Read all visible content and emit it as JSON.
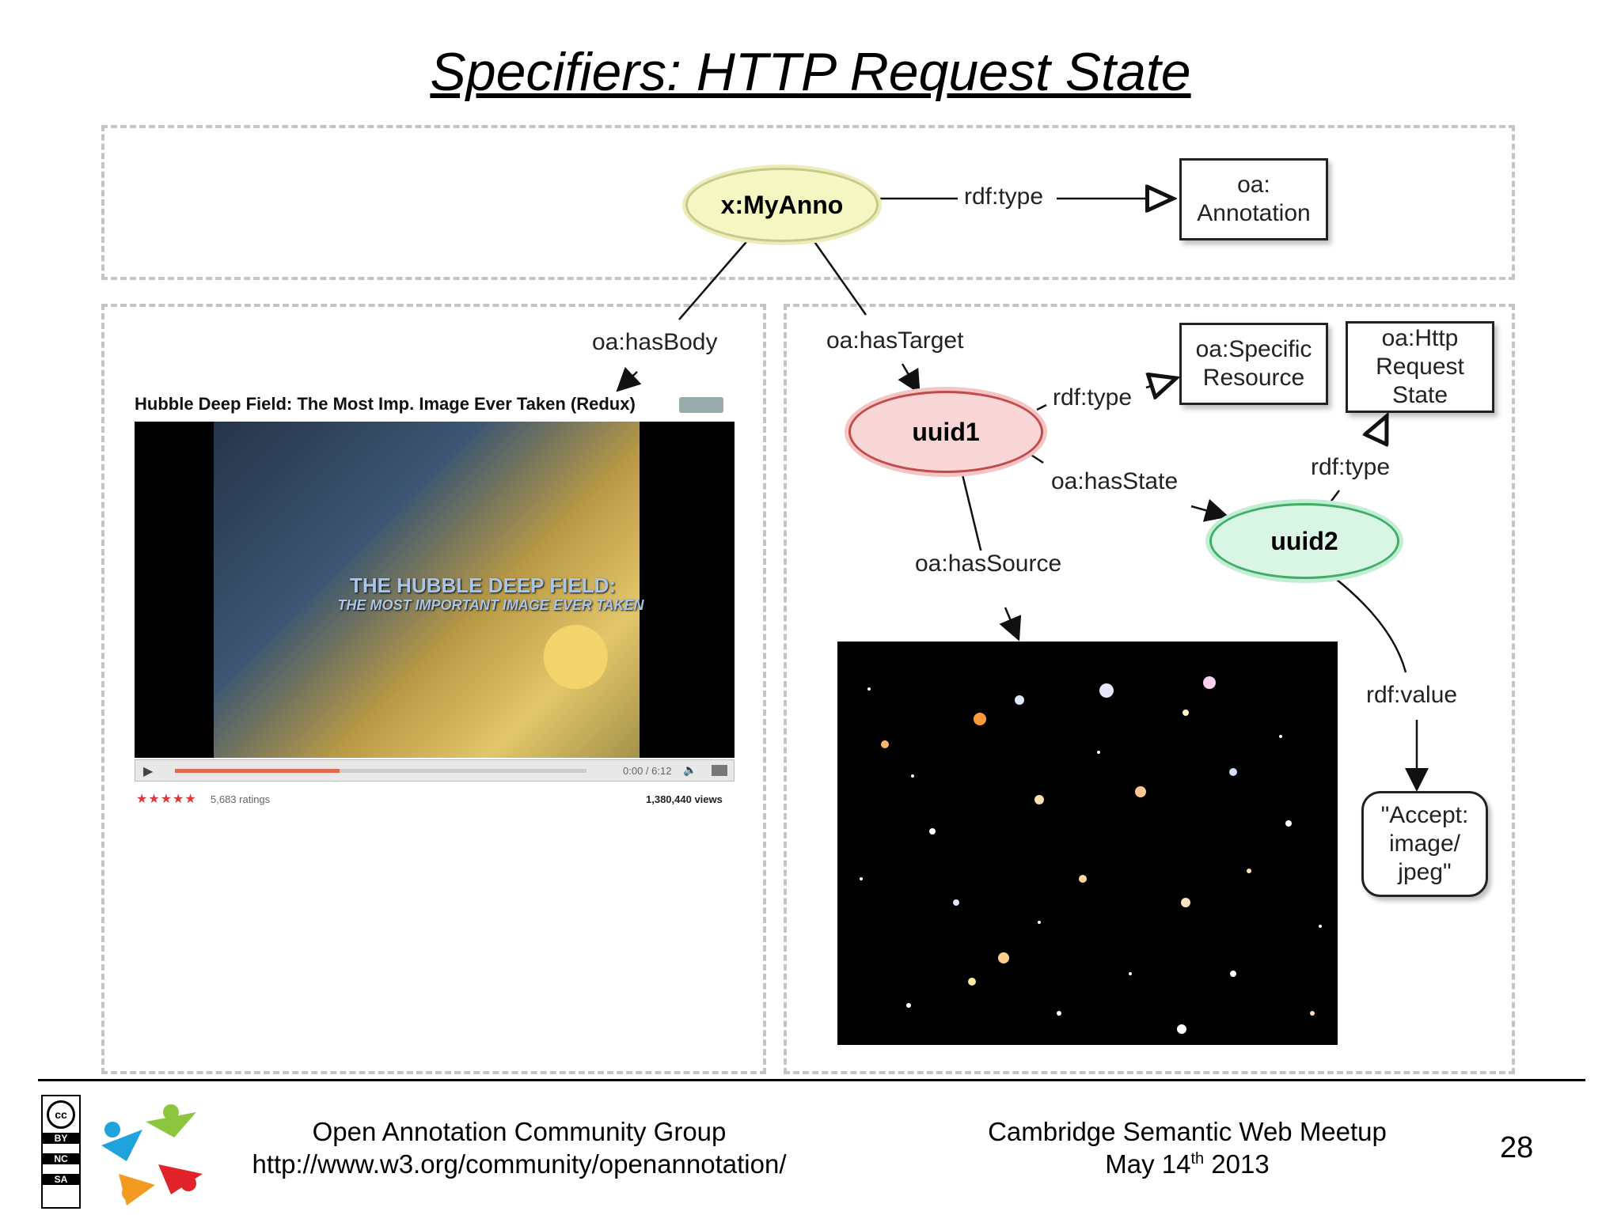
{
  "title": "Specifiers: HTTP Request State",
  "nodes": {
    "myanno": "x:MyAnno",
    "annotation": "oa:\nAnnotation",
    "uuid1": "uuid1",
    "uuid2": "uuid2",
    "specific_resource": "oa:Specific\nResource",
    "http_request_state": "oa:Http\nRequest\nState",
    "literal": "\"Accept:\nimage/\njpeg\""
  },
  "edges": {
    "rdf_type_1": "rdf:type",
    "has_body": "oa:hasBody",
    "has_target": "oa:hasTarget",
    "rdf_type_2": "rdf:type",
    "has_state": "oa:hasState",
    "rdf_type_3": "rdf:type",
    "has_source": "oa:hasSource",
    "rdf_value": "rdf:value"
  },
  "video": {
    "title": "Hubble Deep Field: The Most Imp. Image Ever Taken (Redux)",
    "overlay_line1": "THE HUBBLE DEEP FIELD:",
    "overlay_line2": "THE MOST IMPORTANT IMAGE EVER TAKEN",
    "time": "0:00 / 6:12",
    "ratings": "5,683 ratings",
    "views": "1,380,440 views",
    "stars": "★★★★★"
  },
  "footer": {
    "org": "Open Annotation Community Group",
    "url": "http://www.w3.org/community/openannotation/",
    "event": "Cambridge Semantic Web Meetup",
    "date_prefix": "May 14",
    "date_sup": "th",
    "date_suffix": " 2013",
    "page_number": "28"
  },
  "license_badges": [
    "cc",
    "BY",
    "NC",
    "SA"
  ],
  "colors": {
    "myanno_fill": "#f5f7c2",
    "uuid1_fill": "#f8d6d6",
    "uuid1_border": "#c24a4a",
    "uuid2_fill": "#d9f5e3",
    "uuid2_border": "#3fae68"
  }
}
